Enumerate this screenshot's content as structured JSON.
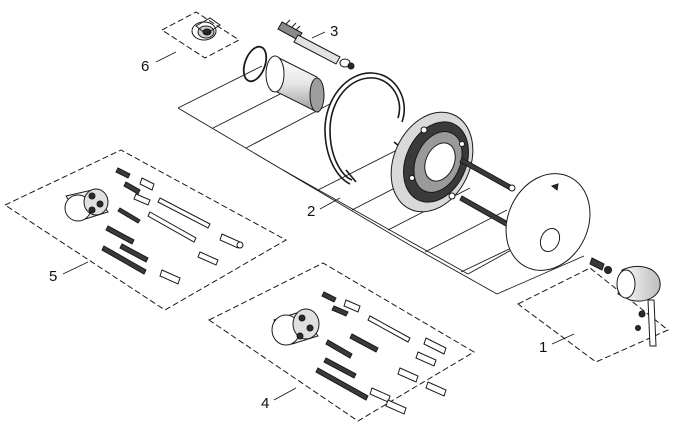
{
  "diagram": {
    "kind": "exploded-parts-view",
    "line_color": "#1a1a1a",
    "fill_light": "#f2f2f2",
    "fill_mid": "#c8c8c8",
    "fill_dark": "#2a2a2a",
    "callouts": [
      {
        "id": "1",
        "label": "1"
      },
      {
        "id": "2",
        "label": "2"
      },
      {
        "id": "3",
        "label": "3"
      },
      {
        "id": "4",
        "label": "4"
      },
      {
        "id": "5",
        "label": "5"
      },
      {
        "id": "6",
        "label": "6"
      }
    ]
  }
}
